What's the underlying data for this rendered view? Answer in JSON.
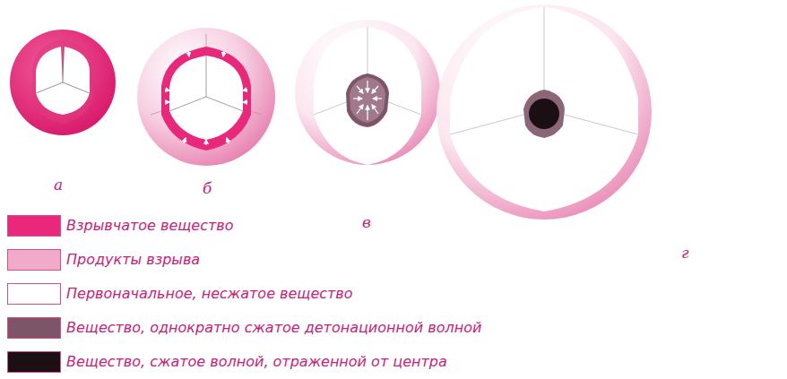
{
  "diagram": {
    "labels": [
      "а",
      "б",
      "в",
      "г"
    ],
    "legend": [
      {
        "text": "Взрывчатое вещество",
        "color": "#e8287a"
      },
      {
        "text": "Продукты взрыва",
        "color": "#f2aacb"
      },
      {
        "text": "Первоначальное, несжатое вещество",
        "color": "#ffffff"
      },
      {
        "text": "Вещество, однократно сжатое детонационной волной",
        "color": "#7d5566"
      },
      {
        "text": "Вещество, сжатое волной, отраженной от центра",
        "color": "#1a1014"
      }
    ]
  }
}
